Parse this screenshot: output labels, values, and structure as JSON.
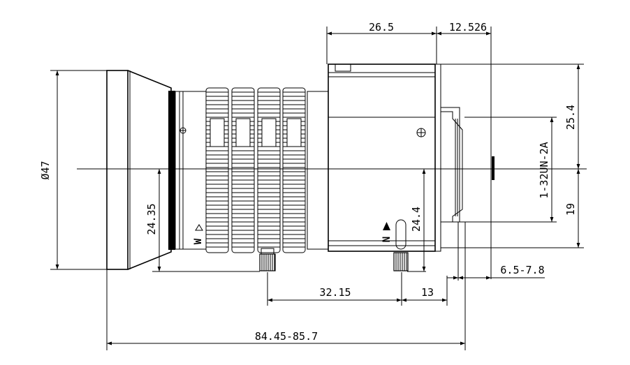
{
  "drawing": {
    "dimensions": {
      "diameter_front": "Ø47",
      "length_total": "84.45-85.7",
      "body_length": "26.5",
      "flange_offset": "12.526",
      "mount_upper": "25.4",
      "mount_lower": "19",
      "thread_spec": "1-32UN-2A",
      "ring_height": "24.35",
      "screw_height": "24.4",
      "screw_spacing": "32.15",
      "screw_to_mount": "13",
      "back_focus": "6.5-7.8"
    },
    "markings": {
      "wide": "W",
      "near": "N"
    },
    "icons": [
      "wide-marker-triangle-icon",
      "near-marker-triangle-icon",
      "focus-screw-icon"
    ],
    "colors": {
      "line": "#000000",
      "background": "#ffffff"
    }
  }
}
